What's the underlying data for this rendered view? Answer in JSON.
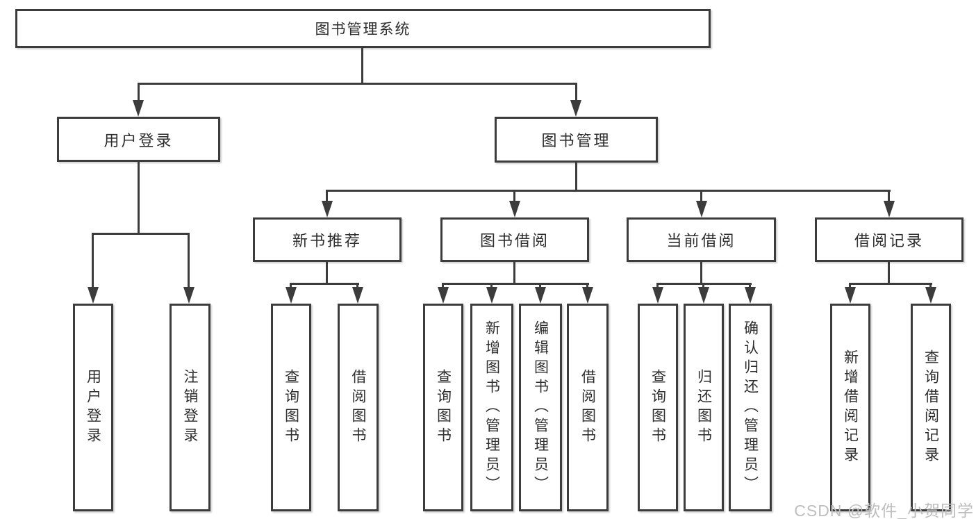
{
  "colors": {
    "background": "#ffffff",
    "line": "#3c3c3c",
    "box_border": "#3c3c3c",
    "text": "#2e2e2e",
    "watermark": "#bdbdbd"
  },
  "root": {
    "label": "图书管理系统"
  },
  "branches": [
    {
      "label": "用户登录",
      "children": [
        {
          "label": "用户登录"
        },
        {
          "label": "注销登录"
        }
      ]
    },
    {
      "label": "图书管理",
      "children": [
        {
          "label": "新书推荐",
          "children": [
            {
              "label": "查询图书"
            },
            {
              "label": "借阅图书"
            }
          ]
        },
        {
          "label": "图书借阅",
          "children": [
            {
              "label": "查询图书"
            },
            {
              "label": "新增图书（管理员）"
            },
            {
              "label": "编辑图书（管理员）"
            },
            {
              "label": "借阅图书"
            }
          ]
        },
        {
          "label": "当前借阅",
          "children": [
            {
              "label": "查询图书"
            },
            {
              "label": "归还图书"
            },
            {
              "label": "确认归还（管理员）"
            }
          ]
        },
        {
          "label": "借阅记录",
          "children": [
            {
              "label": "新增借阅记录"
            },
            {
              "label": "查询借阅记录"
            }
          ]
        }
      ]
    }
  ],
  "watermark": {
    "text": "CSDN @软件_小贺同学"
  }
}
